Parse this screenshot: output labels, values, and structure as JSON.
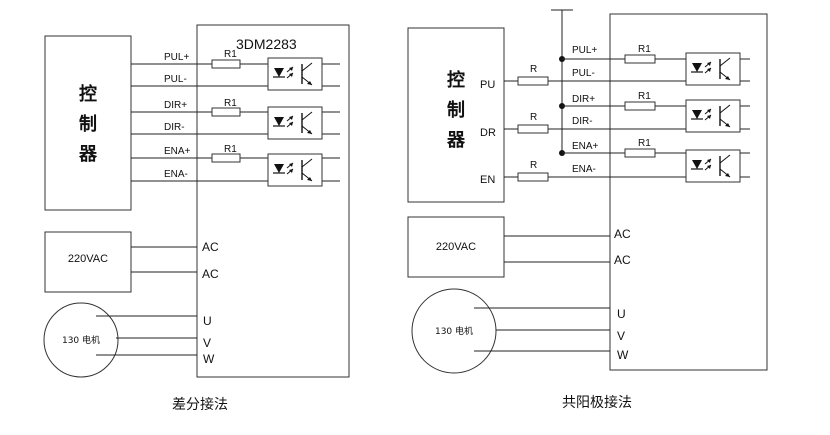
{
  "left": {
    "driver_model": "3DM2283",
    "controller_label": [
      "控",
      "制",
      "器"
    ],
    "signal_pins": [
      "PUL+",
      "PUL-",
      "DIR+",
      "DIR-",
      "ENA+",
      "ENA-"
    ],
    "resistor_label": "R1",
    "power_label": "220VAC",
    "ac_pins": [
      "AC",
      "AC"
    ],
    "motor_label": "130 电机",
    "motor_pins": [
      "U",
      "V",
      "W"
    ],
    "caption": "差分接法"
  },
  "right": {
    "controller_label": [
      "控",
      "制",
      "器"
    ],
    "controller_outputs": [
      "PU",
      "DR",
      "EN"
    ],
    "series_resistor_label": "R",
    "signal_pins": [
      "PUL+",
      "PUL-",
      "DIR+",
      "DIR-",
      "ENA+",
      "ENA-"
    ],
    "resistor_label": "R1",
    "power_label": "220VAC",
    "ac_pins": [
      "AC",
      "AC"
    ],
    "motor_label": "130 电机",
    "motor_pins": [
      "U",
      "V",
      "W"
    ],
    "caption": "共阳极接法"
  }
}
